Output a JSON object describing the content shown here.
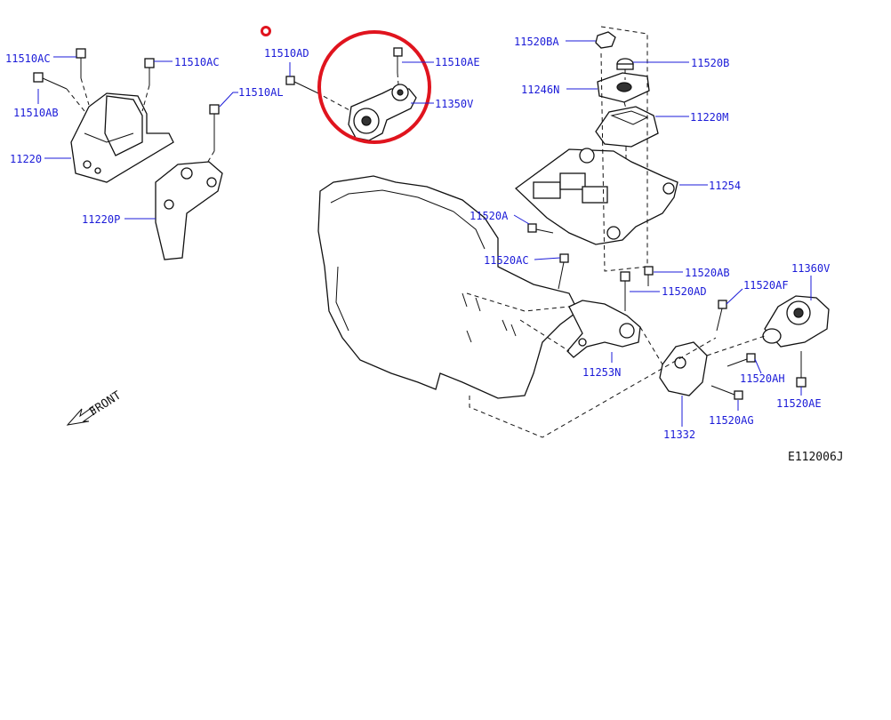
{
  "diagram": {
    "reference_code": "E112006J",
    "front_label": "FRONT",
    "highlight_color": "#e0141e",
    "label_color": "#1b1bd8",
    "labels": {
      "l_11510AC_left": "11510AC",
      "l_11510AC_right": "11510AC",
      "l_11510AB": "11510AB",
      "l_11220": "11220",
      "l_11220P": "11220P",
      "l_11510AL": "11510AL",
      "l_11510AD": "11510AD",
      "l_11510AE_top": "11510AE",
      "l_11350V": "11350V",
      "l_11520BA": "11520BA",
      "l_11520B": "11520B",
      "l_11246N": "11246N",
      "l_11220M": "11220M",
      "l_11254": "11254",
      "l_11520A": "11520A",
      "l_11520AC": "11520AC",
      "l_11520AB": "11520AB",
      "l_11520AD": "11520AD",
      "l_11520AF": "11520AF",
      "l_11360V": "11360V",
      "l_11253N": "11253N",
      "l_11520AH": "11520AH",
      "l_11520AE_right": "11520AE",
      "l_11520AG": "11520AG",
      "l_11332": "11332"
    }
  }
}
